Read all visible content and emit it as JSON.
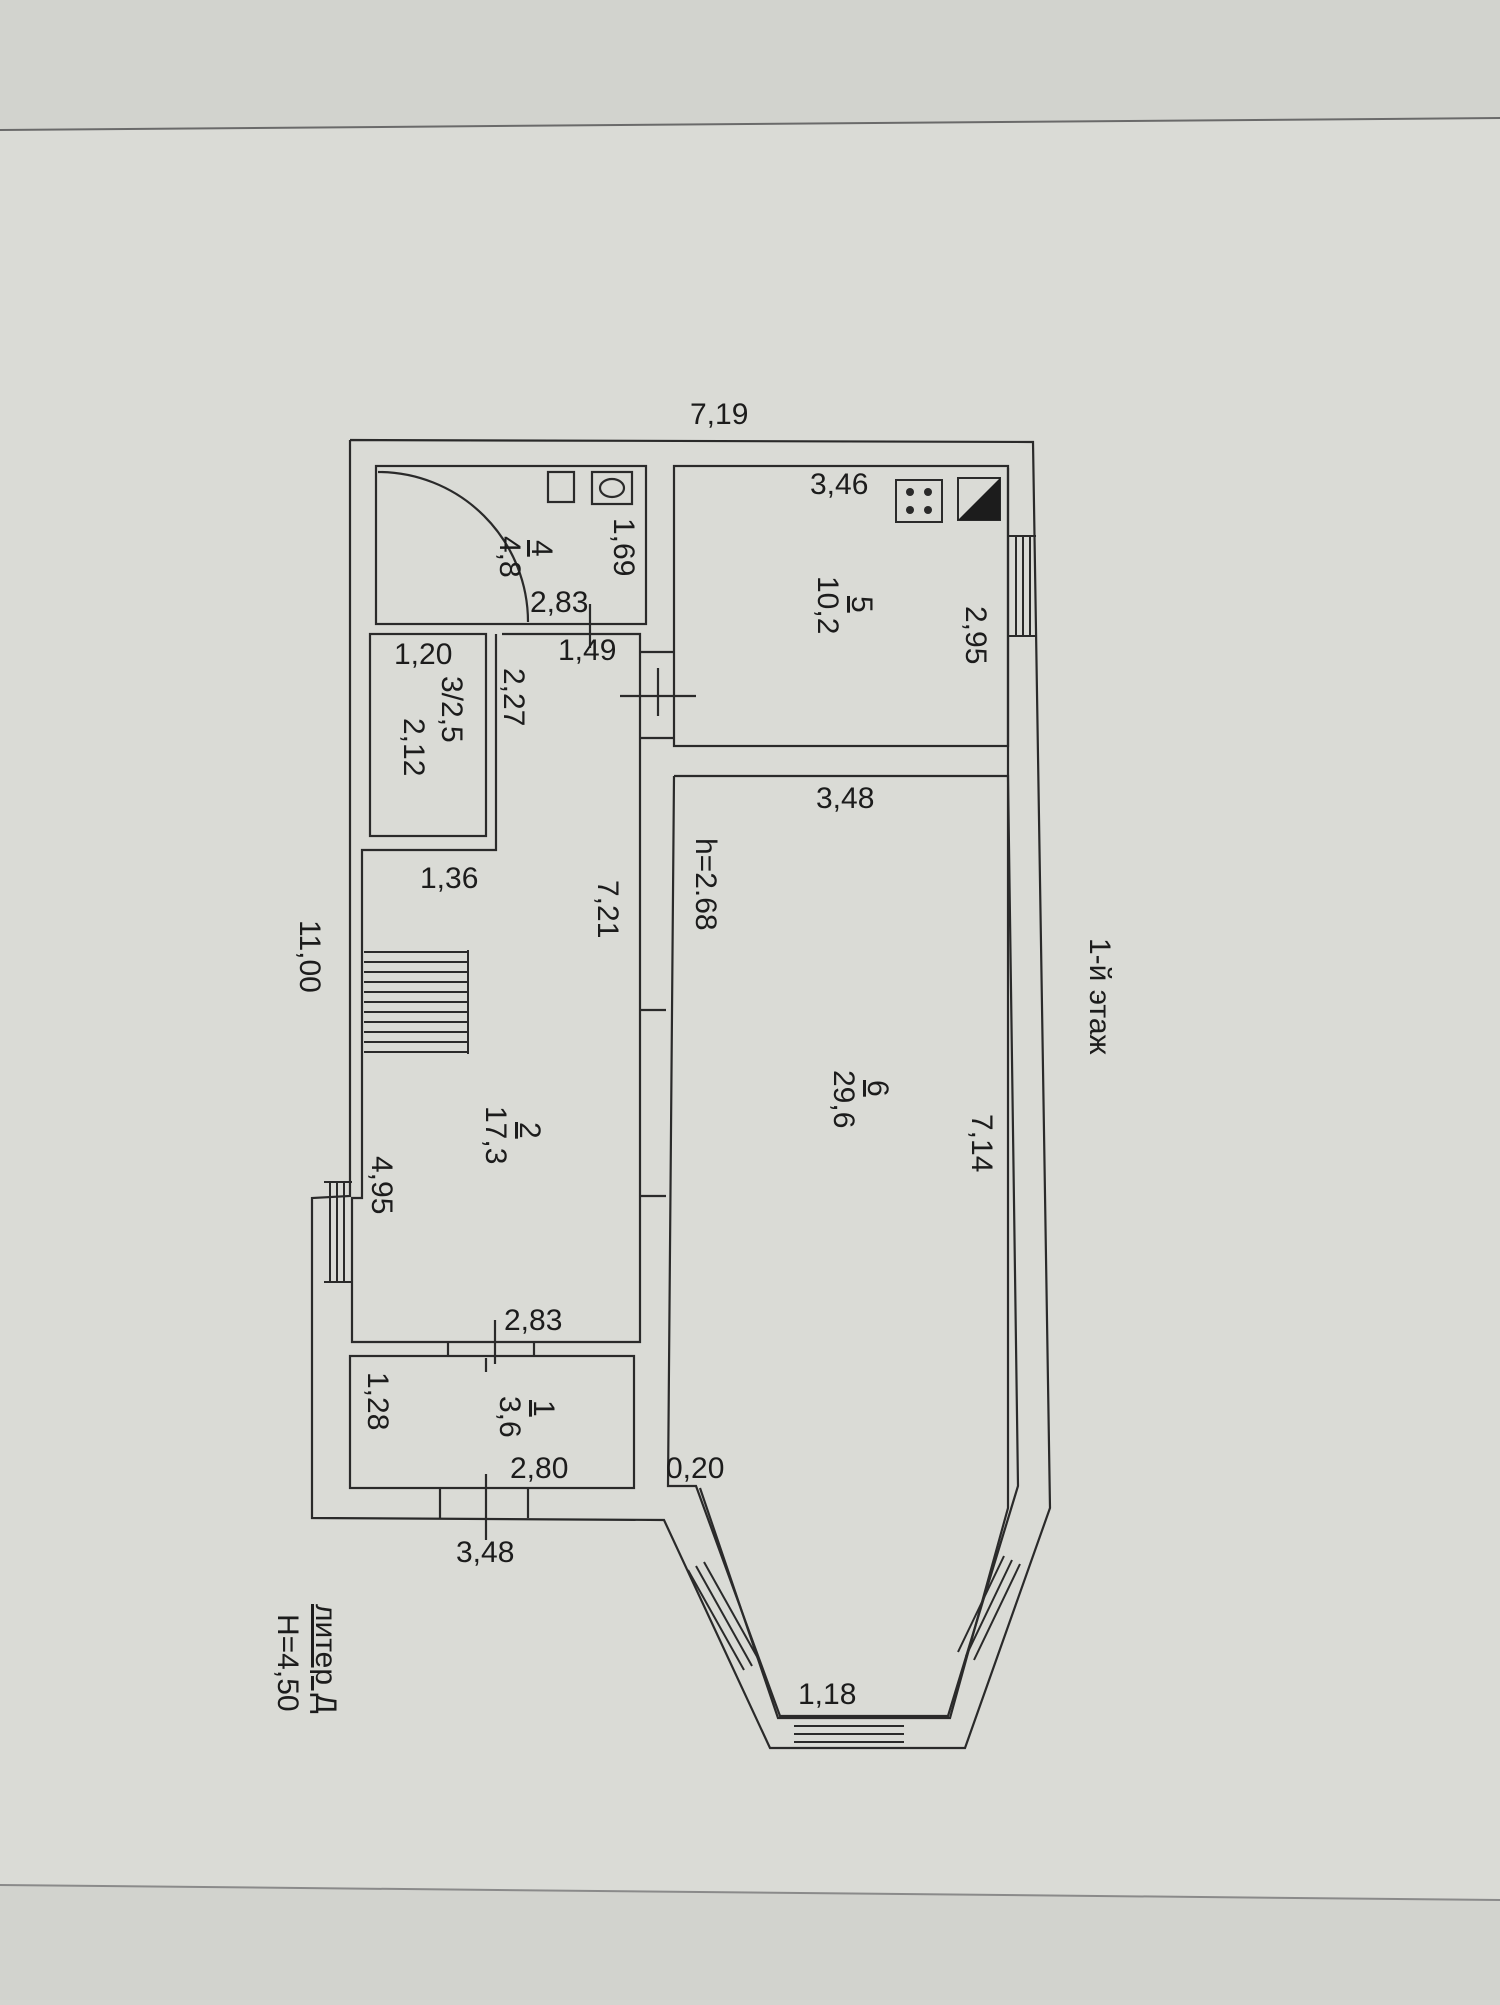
{
  "overall_width": "7,19",
  "overall_length": "11,00",
  "floor_label": "1-й этаж",
  "liter": "литер Д",
  "building_height": "H=4,50",
  "ceiling_height": "h=2.68",
  "rooms": [
    {
      "number": "1",
      "area": "3,6"
    },
    {
      "number": "2",
      "area": "17,3"
    },
    {
      "number": "3",
      "area": "2,5",
      "combined": "3/2,5"
    },
    {
      "number": "4",
      "area": "4,8"
    },
    {
      "number": "5",
      "area": "10,2"
    },
    {
      "number": "6",
      "area": "29,6"
    }
  ],
  "dimensions": {
    "room5_width": "3,46",
    "room5_length": "2,95",
    "room4_side": "1,69",
    "room4_width": "2,83",
    "corridor_width": "1,49",
    "room3_width": "1,20",
    "room3_length": "2,12",
    "room3_side": "2,27",
    "stair_width": "1,36",
    "room2_length": "7,21",
    "room2_side": "4,95",
    "room2_width": "2,83",
    "room1_length": "1,28",
    "room1_width": "2,80",
    "room6_width": "3,48",
    "room6_length": "7,14",
    "bay_offset": "0,20",
    "bay_window": "1,18",
    "front_width": "3,48"
  },
  "colors": {
    "paper": "#d4d5d0",
    "sheet": "#d9dad5",
    "line": "#2a2a2a"
  }
}
